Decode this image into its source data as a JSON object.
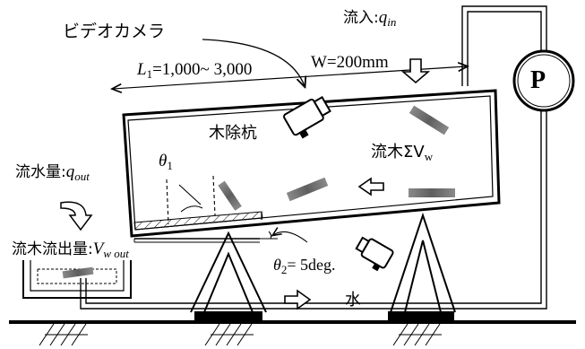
{
  "labels": {
    "camera_label": "ビデオカメラ",
    "inflow_prefix": "流入:",
    "inflow_symbol": "q",
    "inflow_sub": "in",
    "length_symbol": "L",
    "length_sub": "1",
    "length_value": "=1,000~ 3,000",
    "width_label": "W=200mm",
    "pump_letter": "P",
    "pile_label": "木除杭",
    "theta1_symbol": "θ",
    "theta1_sub": "1",
    "wood_label": "流木ΣV",
    "wood_sub": "w",
    "outflow_prefix": "流水量:",
    "outflow_symbol": "q",
    "outflow_sub": "out",
    "wood_outflow_prefix": "流木流出量:",
    "wood_outflow_symbol": "V",
    "wood_outflow_sub": "w out",
    "theta2_symbol": "θ",
    "theta2_sub": "2",
    "theta2_value": "= 5deg.",
    "water_label": "水"
  },
  "colors": {
    "line": "#000000",
    "log": "#6e6e6e",
    "background": "#ffffff"
  },
  "icons": [
    "video-camera-icon",
    "pump-icon",
    "arrow-icon",
    "log-icon"
  ]
}
